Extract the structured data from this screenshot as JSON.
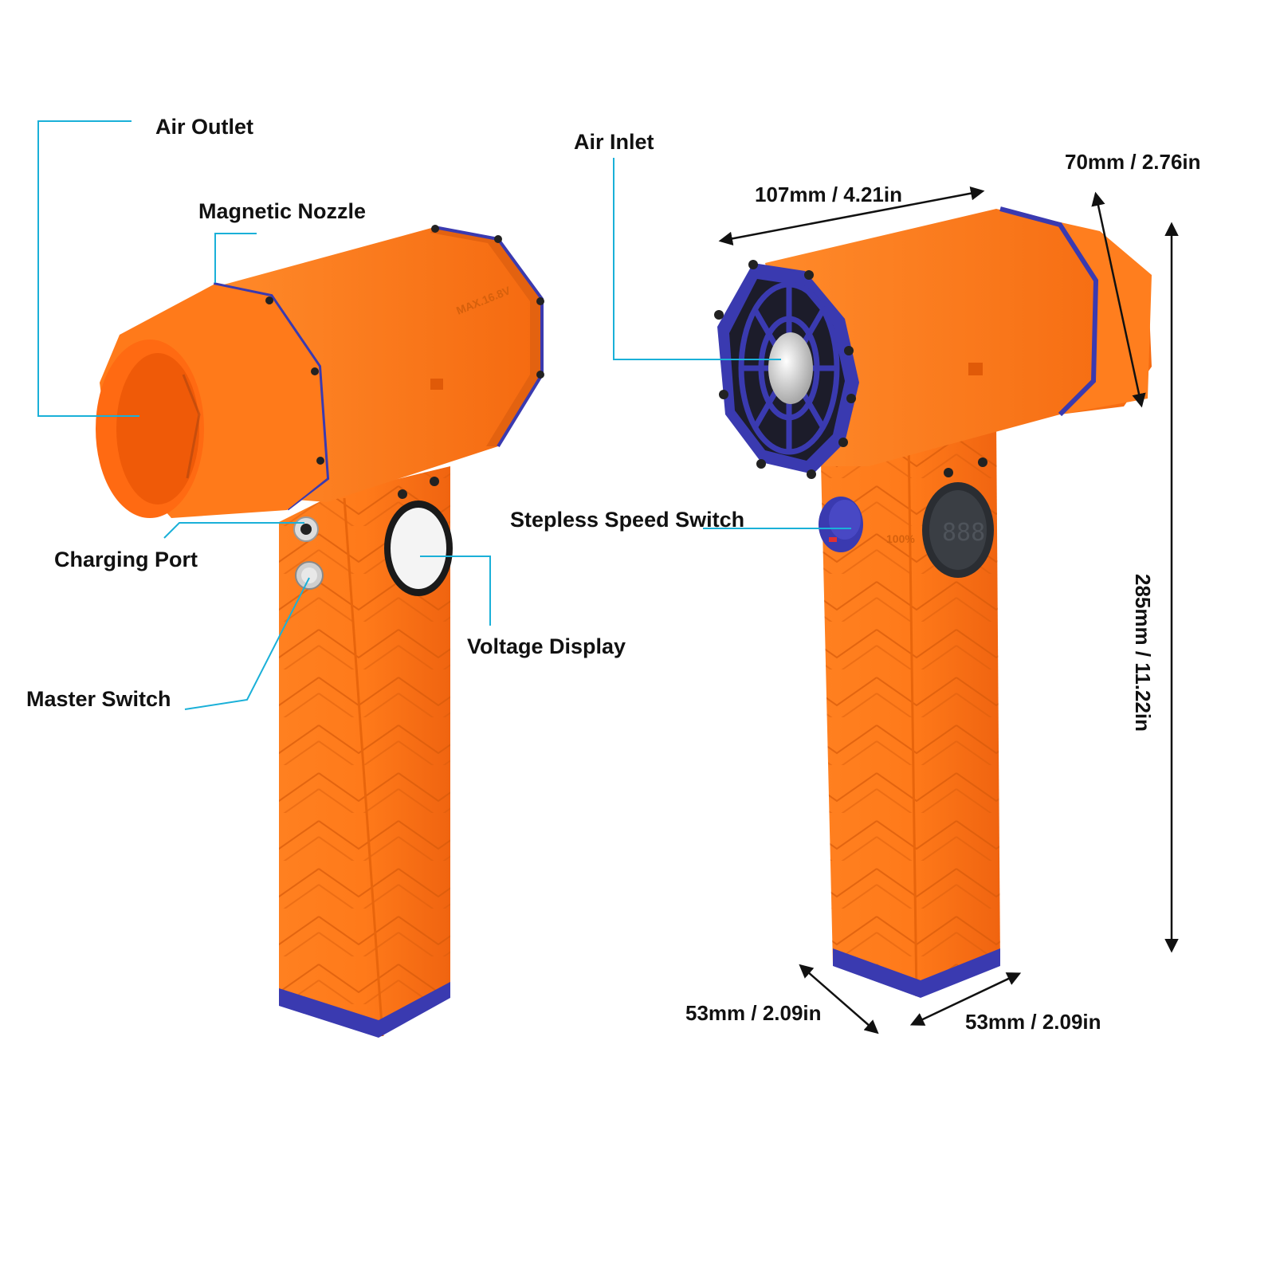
{
  "labels": {
    "air_outlet": "Air Outlet",
    "magnetic_nozzle": "Magnetic Nozzle",
    "charging_port": "Charging Port",
    "master_switch": "Master Switch",
    "voltage_display": "Voltage Display",
    "air_inlet": "Air Inlet",
    "stepless_speed_switch": "Stepless Speed Switch"
  },
  "dimensions": {
    "length": "107mm / 4.21in",
    "nozzle_diameter": "70mm / 2.76in",
    "height": "285mm / 11.22in",
    "handle_depth": "53mm / 2.09in",
    "handle_width": "53mm / 2.09in"
  },
  "embossed": {
    "voltage": "MAX.16.8V",
    "speed_max": "100%"
  },
  "colors": {
    "body_orange": "#ff7a1a",
    "trim_blue": "#3a3ab0",
    "callout_cyan": "#1ab0d8",
    "dim_black": "#111111"
  }
}
